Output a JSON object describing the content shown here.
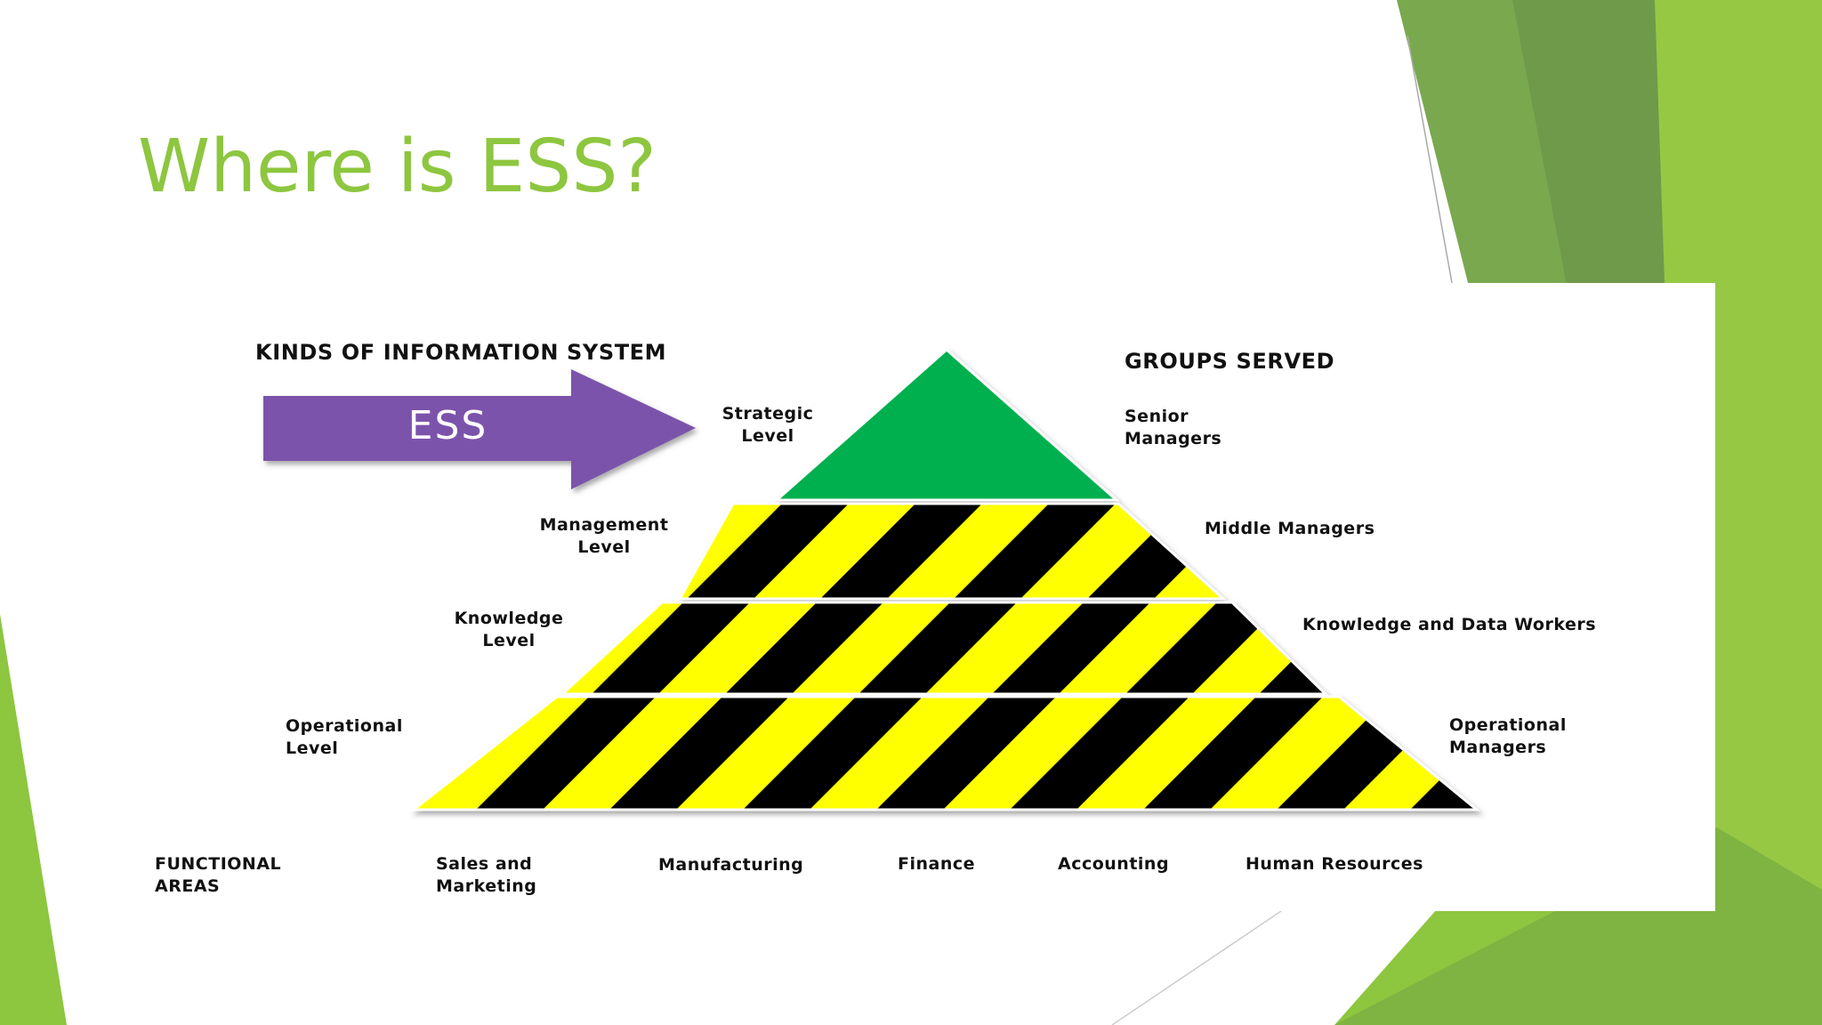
{
  "slide": {
    "title": "Where is ESS?",
    "accent_color": "#8dc63f"
  },
  "diagram": {
    "left_header": "KINDS OF INFORMATION SYSTEM",
    "right_header": "GROUPS SERVED",
    "arrow_label": "ESS",
    "arrow_color": "#7b52ab",
    "levels": [
      {
        "name": "Strategic\nLevel",
        "group": "Senior\nManagers",
        "fill": "#00b050"
      },
      {
        "name": "Management\nLevel",
        "group": "Middle Managers",
        "fill": "stripes"
      },
      {
        "name": "Knowledge\nLevel",
        "group": "Knowledge and Data Workers",
        "fill": "stripes"
      },
      {
        "name": "Operational\nLevel",
        "group": "Operational\nManagers",
        "fill": "stripes"
      }
    ],
    "stripe_colors": [
      "#ffff00",
      "#000000"
    ],
    "functional_areas_label": "FUNCTIONAL\nAREAS",
    "functional_areas": [
      "Sales and\nMarketing",
      "Manufacturing",
      "Finance",
      "Accounting",
      "Human Resources"
    ]
  }
}
